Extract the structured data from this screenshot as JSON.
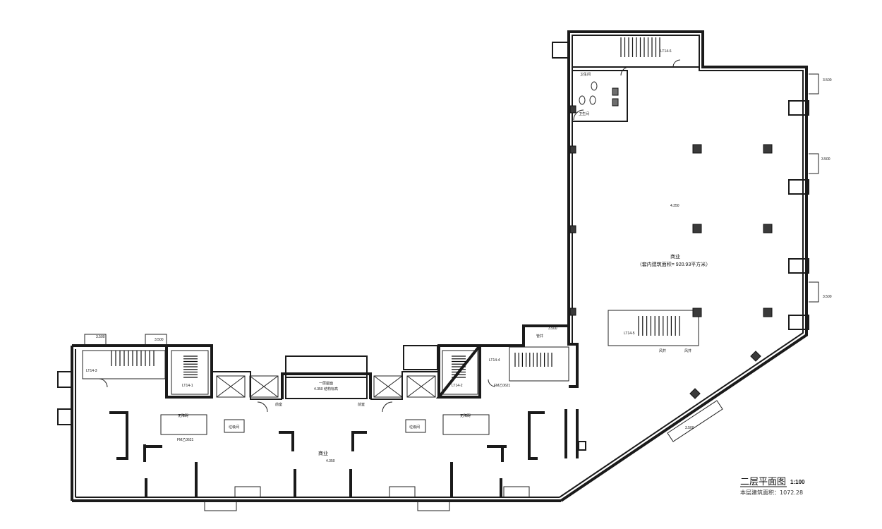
{
  "drawing": {
    "title": "二层平面图",
    "scale": "1:100",
    "area_note": "本层建筑面积：1072.28"
  },
  "rooms": {
    "main_hall_name": "商业",
    "main_hall_area": "（套内建筑面积= 920.93平方米）",
    "lower_hall_name": "商业",
    "toilet_left": "无障碍",
    "toilet_right": "无障碍",
    "room_top_1": "卫生间",
    "room_top_2": "卫生间",
    "lobby_left": "前室",
    "lobby_right": "前室",
    "mid_label": "一层屋面",
    "mid_level": "4.350 结构标高",
    "garbage_left": "垃圾间",
    "garbage_right": "垃圾间",
    "equip": "管井",
    "door_tag_left": "FM乙0621",
    "door_tag_right": "FM乙0621",
    "shaft_1": "风井",
    "shaft_2": "风井"
  },
  "stairs": {
    "lt1": "LT14-1",
    "lt2": "LT14-2",
    "lt3": "LT14-3",
    "lt4": "LT14-4",
    "lt5": "LT14-5",
    "lt6": "LT14-6"
  },
  "levels": {
    "main_floor": "4.350",
    "lower_floor": "4.350",
    "edge_1": "3.500",
    "edge_2": "3.500",
    "edge_3": "3.500",
    "edge_4": "3.500",
    "edge_5": "3.500",
    "edge_6": "3.500",
    "edge_7": "3.500"
  }
}
